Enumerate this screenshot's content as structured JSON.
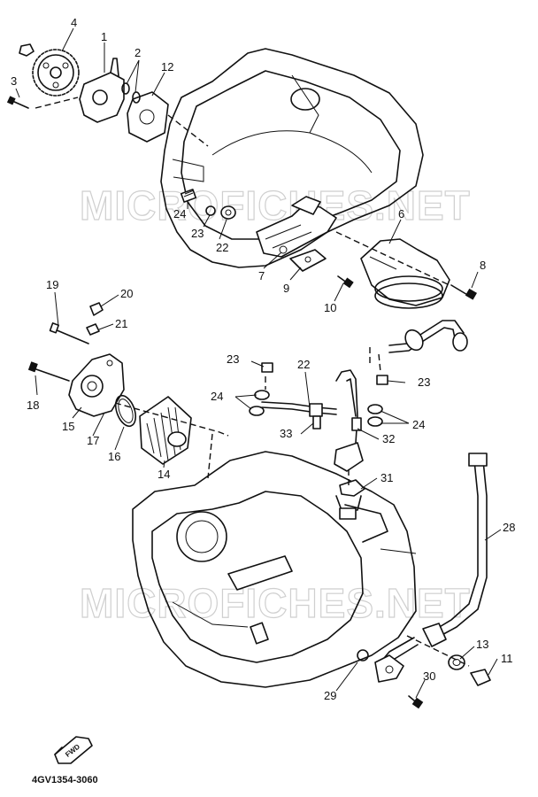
{
  "diagram": {
    "watermark": "MICROFICHES.NET",
    "document_id": "4GV1354-3060",
    "forward_badge": "FWD",
    "callouts": [
      {
        "id": "1",
        "label": "1"
      },
      {
        "id": "2",
        "label": "2"
      },
      {
        "id": "3",
        "label": "3"
      },
      {
        "id": "4",
        "label": "4"
      },
      {
        "id": "6",
        "label": "6"
      },
      {
        "id": "7",
        "label": "7"
      },
      {
        "id": "8",
        "label": "8"
      },
      {
        "id": "9",
        "label": "9"
      },
      {
        "id": "10",
        "label": "10"
      },
      {
        "id": "11",
        "label": "11"
      },
      {
        "id": "12",
        "label": "12"
      },
      {
        "id": "13",
        "label": "13"
      },
      {
        "id": "14",
        "label": "14"
      },
      {
        "id": "15",
        "label": "15"
      },
      {
        "id": "16",
        "label": "16"
      },
      {
        "id": "17",
        "label": "17"
      },
      {
        "id": "18",
        "label": "18"
      },
      {
        "id": "19",
        "label": "19"
      },
      {
        "id": "20",
        "label": "20"
      },
      {
        "id": "21",
        "label": "21"
      },
      {
        "id": "22a",
        "label": "22"
      },
      {
        "id": "22b",
        "label": "22"
      },
      {
        "id": "23a",
        "label": "23"
      },
      {
        "id": "23b",
        "label": "23"
      },
      {
        "id": "23c",
        "label": "23"
      },
      {
        "id": "24a",
        "label": "24"
      },
      {
        "id": "24b",
        "label": "24"
      },
      {
        "id": "24c",
        "label": "24"
      },
      {
        "id": "28",
        "label": "28"
      },
      {
        "id": "29",
        "label": "29"
      },
      {
        "id": "30",
        "label": "30"
      },
      {
        "id": "31",
        "label": "31"
      },
      {
        "id": "32",
        "label": "32"
      },
      {
        "id": "33",
        "label": "33"
      }
    ]
  }
}
